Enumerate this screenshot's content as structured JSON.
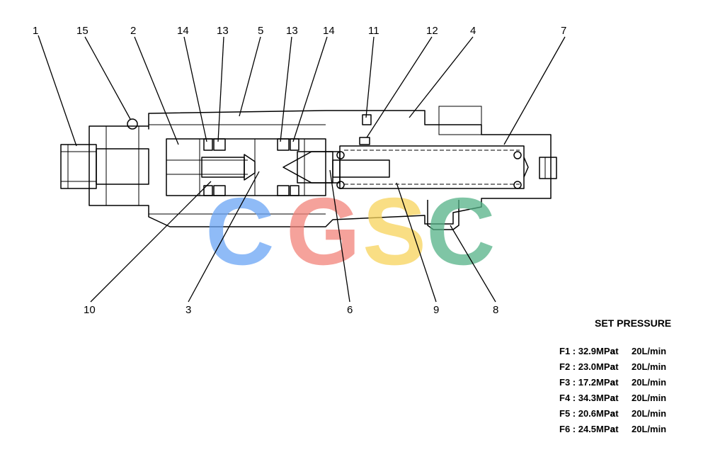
{
  "part_numbers": {
    "n1": "1",
    "n2": "2",
    "n3": "3",
    "n4": "4",
    "n5": "5",
    "n6": "6",
    "n7": "7",
    "n8": "8",
    "n9": "9",
    "n10": "10",
    "n11": "11",
    "n12": "12",
    "n13a": "13",
    "n13b": "13",
    "n14a": "14",
    "n14b": "14",
    "n15": "15"
  },
  "watermark": {
    "letters": [
      "C",
      "G",
      "S",
      "C"
    ],
    "colors": [
      "#6aa5f5",
      "#f2837a",
      "#f7d45c",
      "#55b287"
    ]
  },
  "spec": {
    "title": "SET PRESSURE",
    "rows": [
      {
        "label": "F1 : 32.9MPa",
        "at": "at",
        "flow": "20L/min"
      },
      {
        "label": "F2 : 23.0MPa",
        "at": "at",
        "flow": "20L/min"
      },
      {
        "label": "F3 : 17.2MPa",
        "at": "at",
        "flow": "20L/min"
      },
      {
        "label": "F4 : 34.3MPa",
        "at": "at",
        "flow": "20L/min"
      },
      {
        "label": "F5 : 20.6MPa",
        "at": "at",
        "flow": "20L/min"
      },
      {
        "label": "F6 : 24.5MPa",
        "at": "at",
        "flow": "20L/min"
      }
    ]
  }
}
